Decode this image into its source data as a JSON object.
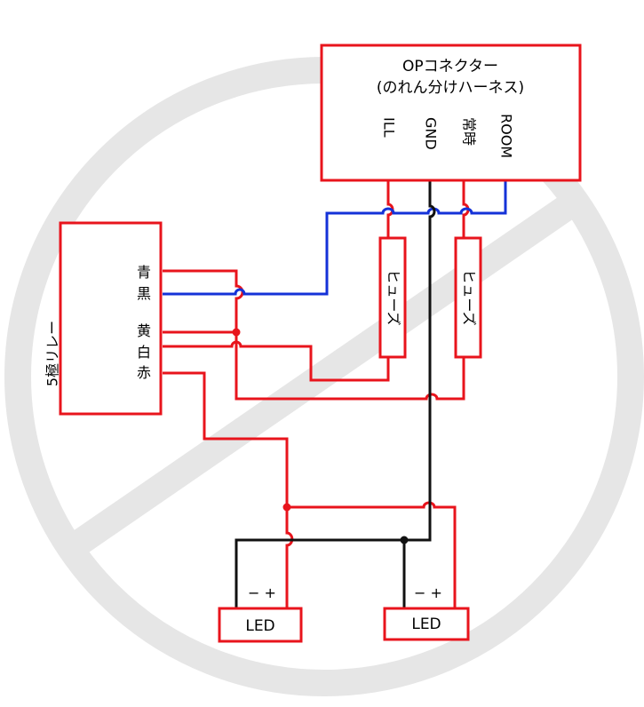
{
  "connector": {
    "title": "OPコネクター",
    "subtitle": "(のれん分けハーネス)",
    "pins": [
      "ILL",
      "GND",
      "常時",
      "ROOM"
    ]
  },
  "relay": {
    "title": "5極リレー",
    "pins": [
      "青",
      "黒",
      "黄",
      "白",
      "赤"
    ]
  },
  "fuses": [
    "ヒューズ",
    "ヒューズ"
  ],
  "leds": [
    {
      "label": "LED",
      "polarity": "− +"
    },
    {
      "label": "LED",
      "polarity": "− +"
    }
  ],
  "colors": {
    "red": "#e8141c",
    "black": "#111111",
    "blue": "#1432d8",
    "watermark": "#e6e6e6"
  },
  "watermark_icon": "prohibition-sign-icon"
}
